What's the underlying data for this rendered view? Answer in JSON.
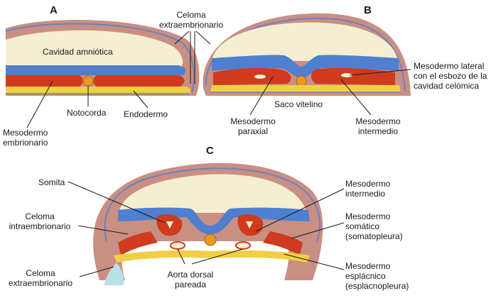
{
  "panels": {
    "a": "A",
    "b": "B",
    "c": "C"
  },
  "labels": {
    "celoma_extra_line1": "Celoma",
    "celoma_extra_line2": "extraembrionario",
    "cavidad_amniotica": "Cavidad amniótica",
    "notocorda": "Notocorda",
    "endodermo": "Endodermo",
    "mesodermo_embrionario_line1": "Mesodermo",
    "mesodermo_embrionario_line2": "embrionario",
    "mesodermo_lateral_line1": "Mesodermo lateral",
    "mesodermo_lateral_line2": "con el esbozo de la",
    "mesodermo_lateral_line3": "cavidad celómica",
    "saco_vitelino": "Saco vitelino",
    "mesodermo_paraxial_line1": "Mesodermo",
    "mesodermo_paraxial_line2": "paraxial",
    "mesodermo_intermedio_b_line1": "Mesodermo",
    "mesodermo_intermedio_b_line2": "intermedio",
    "somita": "Somita",
    "celoma_intra_line1": "Celoma",
    "celoma_intra_line2": "intraembrionario",
    "celoma_extra_c_line1": "Celoma",
    "celoma_extra_c_line2": "extraembrionario",
    "mesodermo_intermedio_c_line1": "Mesodermo",
    "mesodermo_intermedio_c_line2": "intermedio",
    "mesodermo_somatico_line1": "Mesodermo",
    "mesodermo_somatico_line2": "somático",
    "mesodermo_somatico_line3": "(somatopleura)",
    "aorta_line1": "Aorta dorsal",
    "aorta_line2": "pareada",
    "mesodermo_esplacnico_line1": "Mesodermo",
    "mesodermo_esplacnico_line2": "esplácnico",
    "mesodermo_esplacnico_line3": "(esplacnopleura)"
  },
  "colors": {
    "amnion_outer": "#c98f82",
    "amniotic_cavity": "#f4efd2",
    "ectoderm": "#4f7fcf",
    "mesoderm": "#cf3b1c",
    "notochord": "#e99a1c",
    "endoderm": "#f0cf45",
    "extraembryonic_coelom": "#b9dfe7",
    "membrane_line": "#6b82c2"
  }
}
